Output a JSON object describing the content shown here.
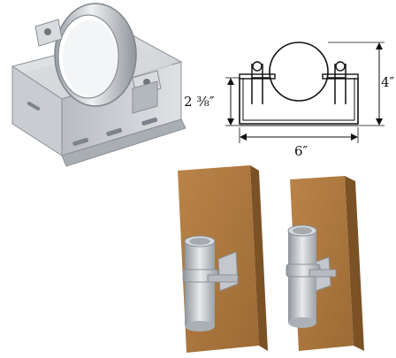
{
  "product_views": {
    "isometric": {
      "icon": "pipe-support-bracket-icon"
    },
    "dimension_drawing": {
      "height_label": "2 ⅜″",
      "overall_height_label": "4″",
      "width_label": "6″"
    },
    "installations": [
      {
        "icon": "wall-mounted-pipe-support-icon"
      },
      {
        "icon": "wall-mounted-pipe-support-icon"
      }
    ]
  },
  "colors": {
    "wood": "#a7743d",
    "metal_light": "#e6e8ea",
    "metal_mid": "#c4c8cc",
    "metal_dark": "#8b9096",
    "ink": "#111111"
  }
}
